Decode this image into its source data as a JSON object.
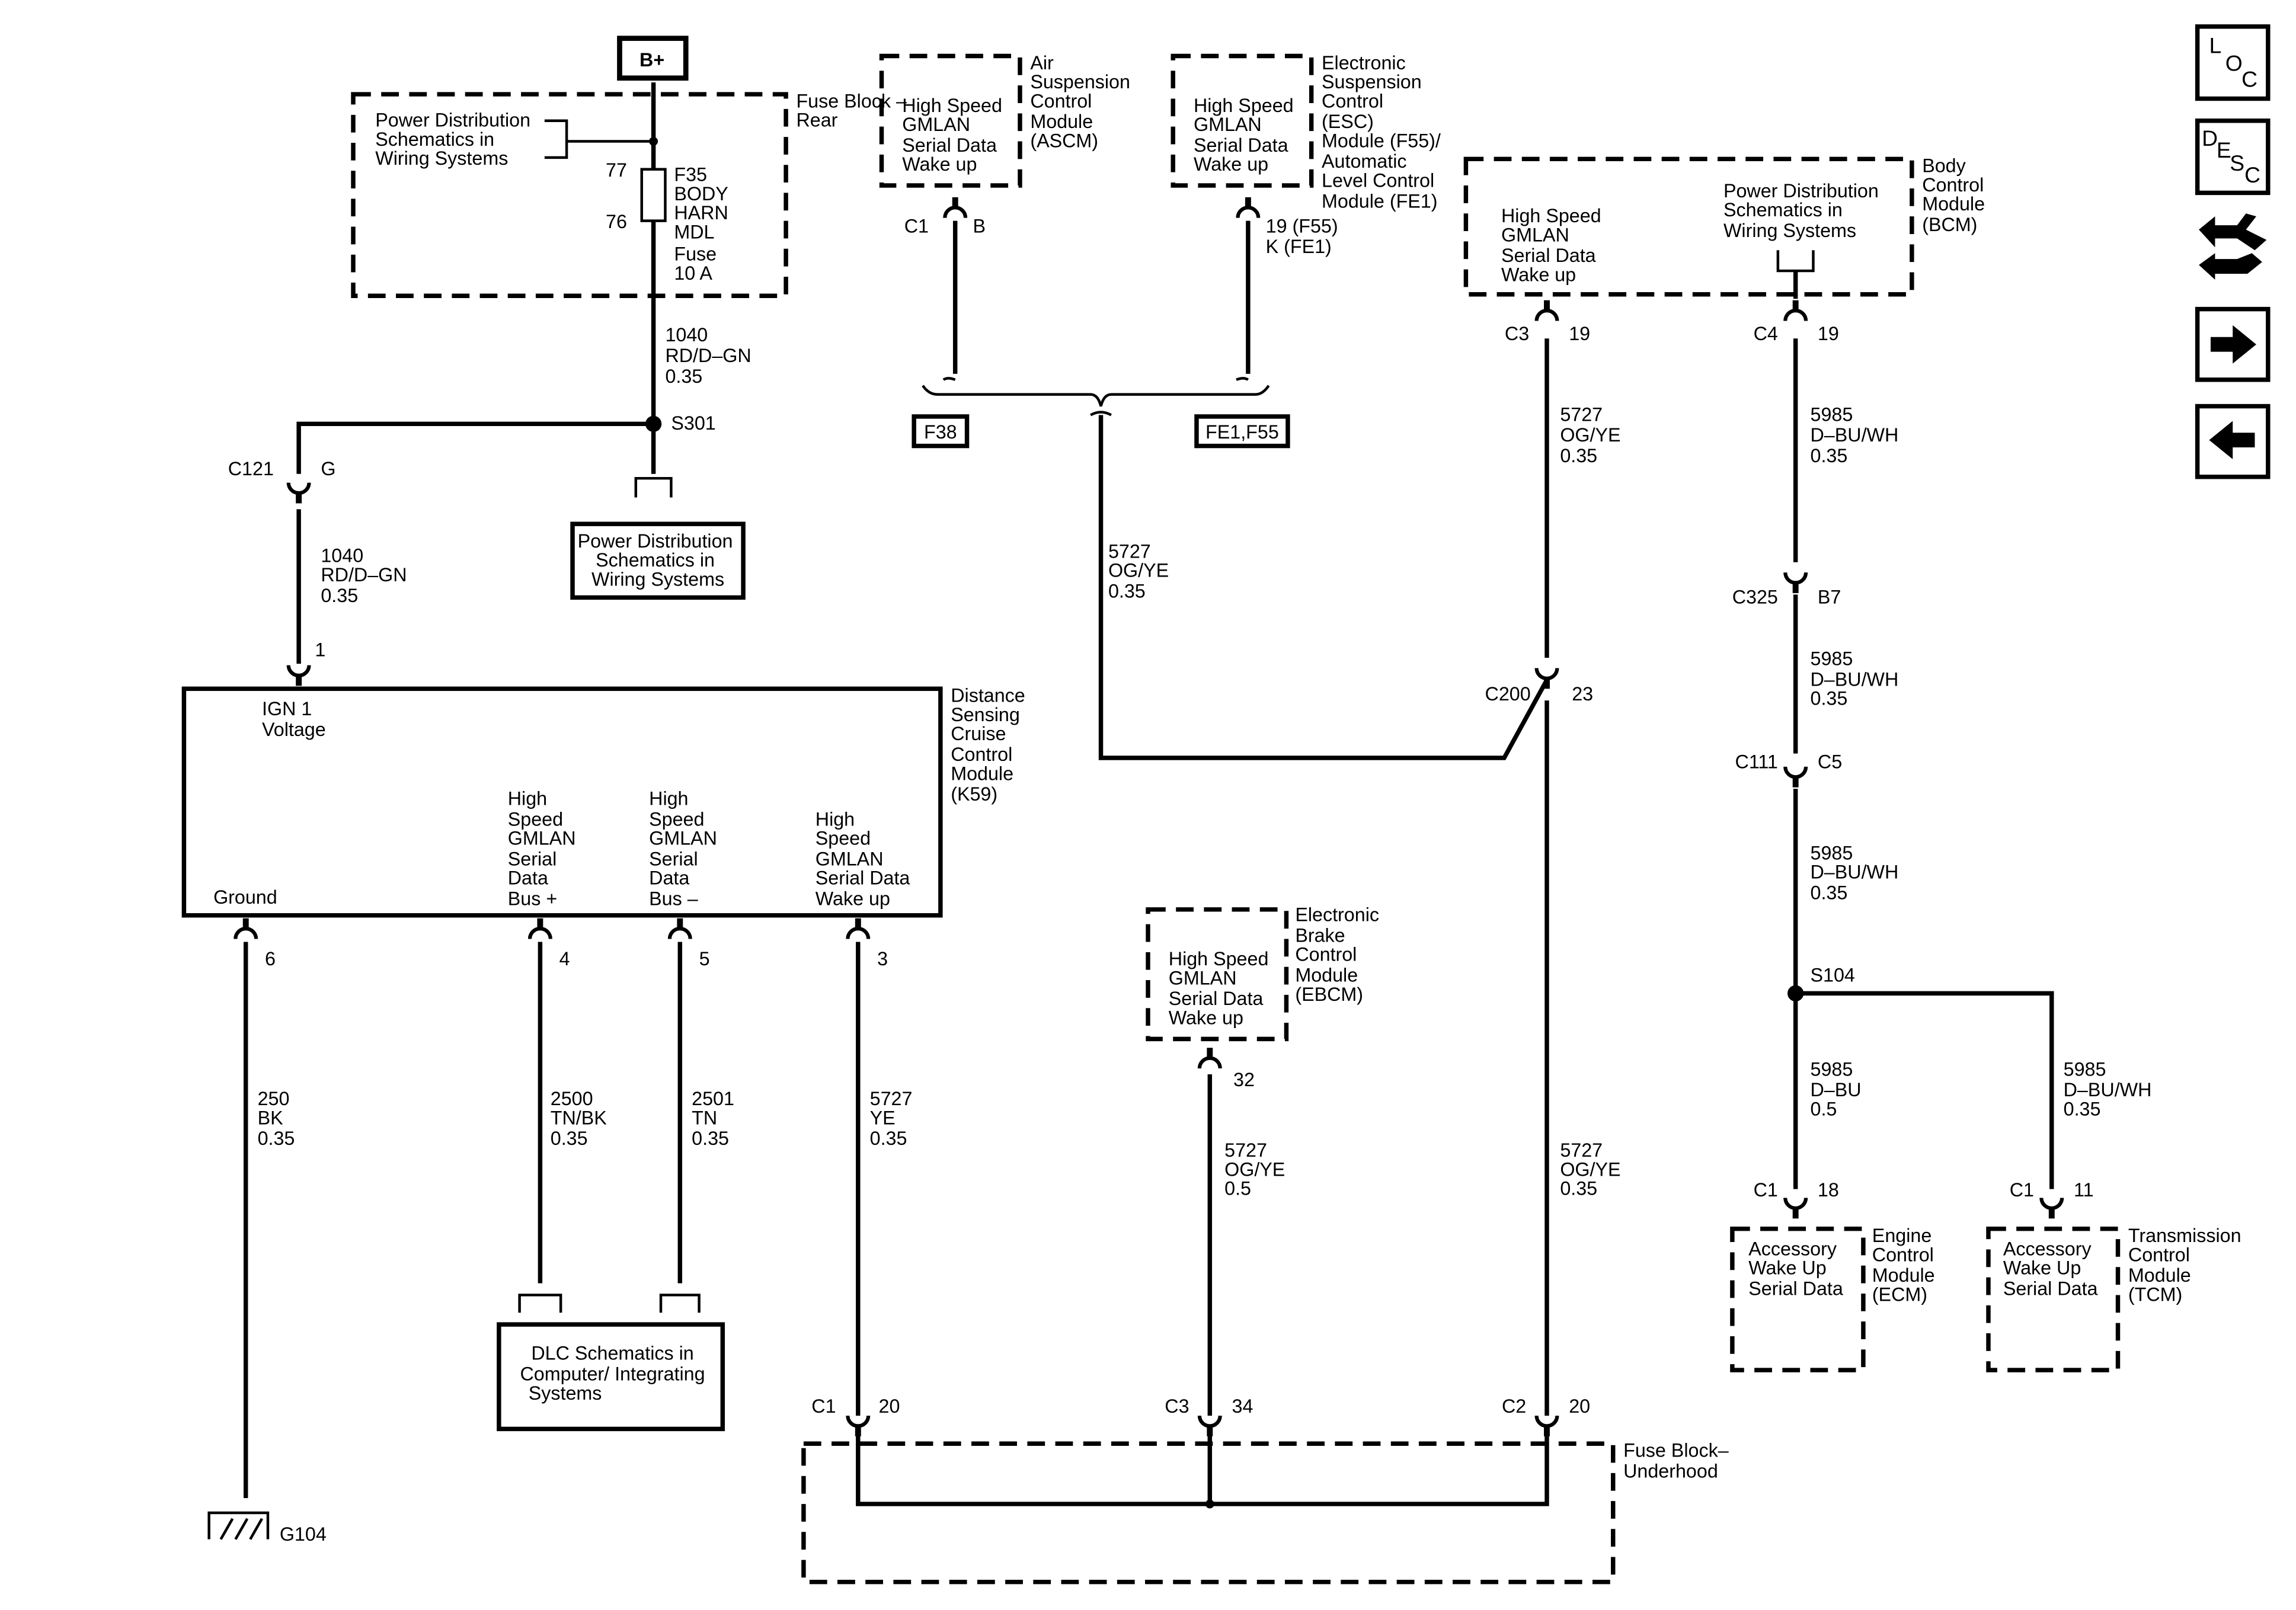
{
  "battery": "B+",
  "fuse_block_rear": {
    "title": [
      "Fuse Block –",
      "Rear"
    ],
    "ref": [
      "Power Distribution",
      "Schematics in",
      "Wiring Systems"
    ],
    "pin_top": "77",
    "pin_bottom": "76",
    "fuse": [
      "F35",
      "BODY",
      "HARN",
      "MDL",
      "Fuse",
      "10 A"
    ]
  },
  "wire_1040_upper": [
    "1040",
    "RD/D–GN",
    "0.35"
  ],
  "splice_s301": "S301",
  "pd_ref_box": [
    "Power Distribution",
    "Schematics in",
    "Wiring Systems"
  ],
  "conn_c121": {
    "name": "C121",
    "pin": "G"
  },
  "wire_1040_lower": [
    "1040",
    "RD/D–GN",
    "0.35"
  ],
  "k59_pin_1": "1",
  "k59": {
    "title": [
      "Distance",
      "Sensing",
      "Cruise",
      "Control",
      "Module",
      "(K59)"
    ],
    "ign": [
      "IGN 1",
      "Voltage"
    ],
    "ground": "Ground",
    "bus_plus": [
      "High",
      "Speed",
      "GMLAN",
      "Serial",
      "Data",
      "Bus +"
    ],
    "bus_minus": [
      "High",
      "Speed",
      "GMLAN",
      "Serial",
      "Data",
      "Bus –"
    ],
    "wake": [
      "High",
      "Speed",
      "GMLAN",
      "Serial Data",
      "Wake up"
    ],
    "pins": [
      "6",
      "4",
      "5",
      "3"
    ]
  },
  "wire_250": [
    "250",
    "BK",
    "0.35"
  ],
  "wire_2500": [
    "2500",
    "TN/BK",
    "0.35"
  ],
  "wire_2501": [
    "2501",
    "TN",
    "0.35"
  ],
  "wire_5727_ye": [
    "5727",
    "YE",
    "0.35"
  ],
  "ground_g104": "G104",
  "dlc_box": [
    "DLC Schematics in",
    "Computer/ Integrating",
    "Systems"
  ],
  "ascm": {
    "box": [
      "High Speed",
      "GMLAN",
      "Serial Data",
      "Wake up"
    ],
    "title": [
      "Air",
      "Suspension",
      "Control",
      "Module",
      "(ASCM)"
    ],
    "conn": "C1",
    "pin": "B"
  },
  "esc": {
    "box": [
      "High Speed",
      "GMLAN",
      "Serial Data",
      "Wake up"
    ],
    "title": [
      "Electronic",
      "Suspension",
      "Control",
      "(ESC)",
      "Module (F55)/",
      "Automatic",
      "Level Control",
      "Module (FE1)"
    ],
    "pins": [
      "19 (F55)",
      "K (FE1)"
    ]
  },
  "option_f38": "F38",
  "option_fe1_f55": "FE1,F55",
  "wire_5727_ogye_mid": [
    "5727",
    "OG/YE",
    "0.35"
  ],
  "bcm": {
    "title": [
      "Body",
      "Control",
      "Module",
      "(BCM)"
    ],
    "left": [
      "High Speed",
      "GMLAN",
      "Serial Data",
      "Wake up"
    ],
    "right": [
      "Power Distribution",
      "Schematics in",
      "Wiring Systems"
    ],
    "conn_left": {
      "name": "C3",
      "pin": "19"
    },
    "conn_right": {
      "name": "C4",
      "pin": "19"
    }
  },
  "wire_5727_bcm": [
    "5727",
    "OG/YE",
    "0.35"
  ],
  "conn_c200": {
    "name": "C200",
    "pin": "23"
  },
  "wire_5727_c200": [
    "5727",
    "OG/YE",
    "0.35"
  ],
  "wire_5985_a": [
    "5985",
    "D–BU/WH",
    "0.35"
  ],
  "conn_c325": {
    "name": "C325",
    "pin": "B7"
  },
  "wire_5985_b": [
    "5985",
    "D–BU/WH",
    "0.35"
  ],
  "conn_c111": {
    "name": "C111",
    "pin": "C5"
  },
  "wire_5985_c": [
    "5985",
    "D–BU/WH",
    "0.35"
  ],
  "splice_s104": "S104",
  "wire_5985_ecm": [
    "5985",
    "D–BU",
    "0.5"
  ],
  "wire_5985_tcm": [
    "5985",
    "D–BU/WH",
    "0.35"
  ],
  "ecm": {
    "conn": "C1",
    "pin": "18",
    "box": [
      "Accessory",
      "Wake Up",
      "Serial Data"
    ],
    "title": [
      "Engine",
      "Control",
      "Module",
      "(ECM)"
    ]
  },
  "tcm": {
    "conn": "C1",
    "pin": "11",
    "box": [
      "Accessory",
      "Wake Up",
      "Serial Data"
    ],
    "title": [
      "Transmission",
      "Control",
      "Module",
      "(TCM)"
    ]
  },
  "ebcm": {
    "box": [
      "High Speed",
      "GMLAN",
      "Serial Data",
      "Wake up"
    ],
    "title": [
      "Electronic",
      "Brake",
      "Control",
      "Module",
      "(EBCM)"
    ],
    "pin": "32"
  },
  "wire_5727_ebcm": [
    "5727",
    "OG/YE",
    "0.5"
  ],
  "fuse_block_underhood": {
    "title": [
      "Fuse Block–",
      "Underhood"
    ],
    "conn_1": {
      "name": "C1",
      "pin": "20"
    },
    "conn_2": {
      "name": "C3",
      "pin": "34"
    },
    "conn_3": {
      "name": "C2",
      "pin": "20"
    }
  },
  "nav": {
    "loc": [
      "L",
      "O",
      "C"
    ],
    "desc": [
      "D",
      "E",
      "S",
      "C"
    ],
    "icons": [
      "connector-end-view-icon",
      "arrow-right-icon",
      "arrow-left-icon"
    ]
  }
}
